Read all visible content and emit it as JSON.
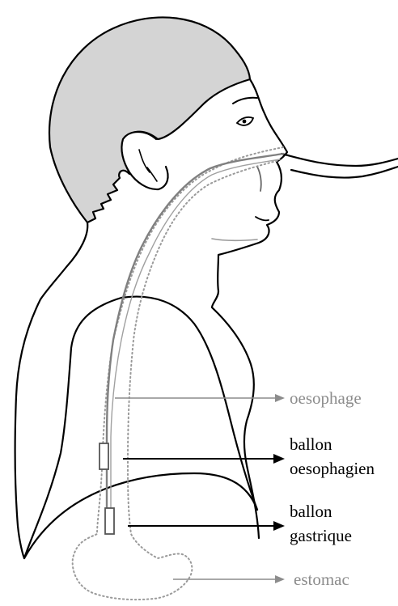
{
  "labels": {
    "oesophagus": "oesophage",
    "esophageal_balloon": [
      "ballon",
      "oesophagien"
    ],
    "gastric_balloon": [
      "ballon",
      "gastrique"
    ],
    "stomach": "estomac"
  },
  "colors": {
    "hair": "#d4d4d4",
    "outline": "#000000",
    "tube": "#808080",
    "organ_dots": "#9a9a9a",
    "gray_label": "#8c8c8c",
    "black_label": "#000000"
  }
}
